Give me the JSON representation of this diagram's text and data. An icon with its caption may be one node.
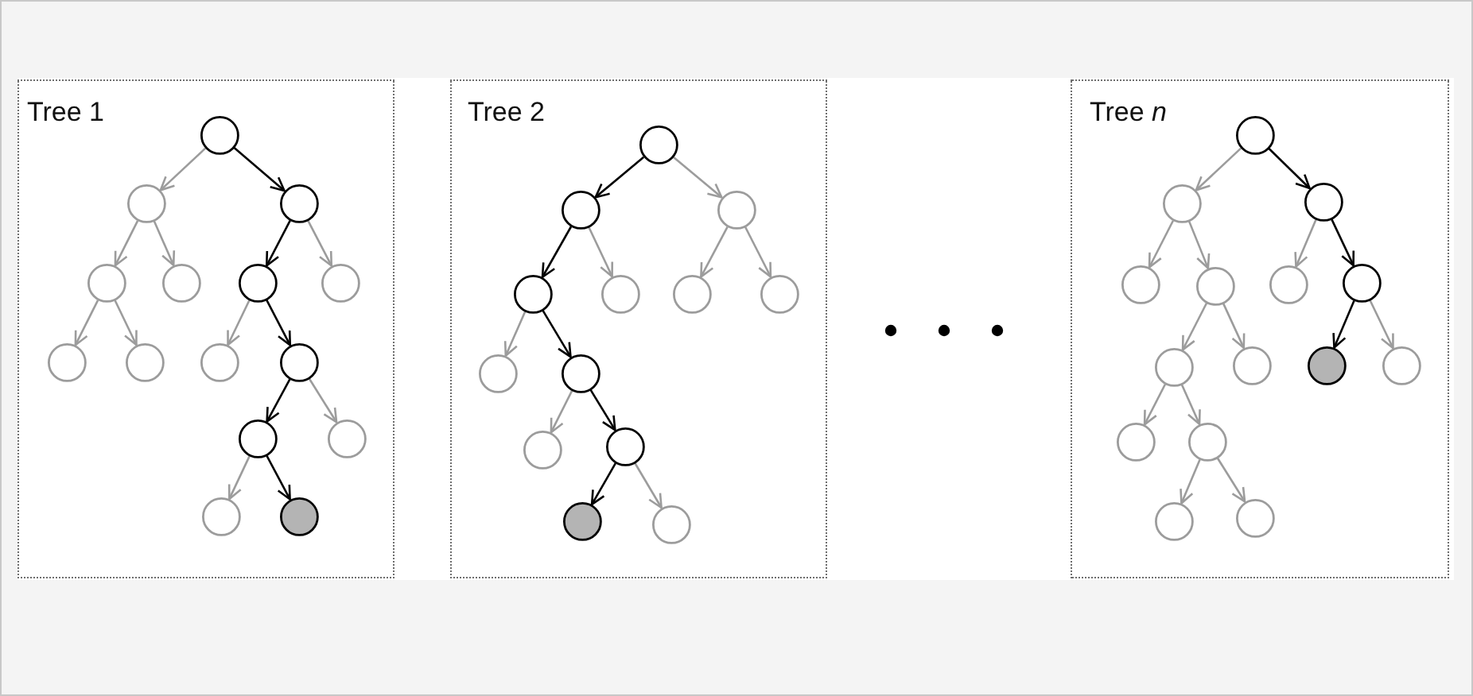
{
  "diagram": {
    "nodes": [
      {
        "text": [
          "Tree 1"
        ]
      },
      {
        "text": [],
        "shape": "circle",
        "in": 0
      },
      {
        "text": [],
        "shape": "circle",
        "in": 0
      },
      {
        "text": [],
        "shape": "circle",
        "in": 0
      },
      {
        "text": [],
        "shape": "circle",
        "in": 0
      },
      {
        "text": [],
        "shape": "circle",
        "in": 0
      },
      {
        "text": [],
        "shape": "circle",
        "in": 0
      },
      {
        "text": [],
        "shape": "circle",
        "in": 0
      },
      {
        "text": [],
        "shape": "circle",
        "in": 0
      },
      {
        "text": [],
        "shape": "circle",
        "in": 0
      },
      {
        "text": [],
        "shape": "circle",
        "in": 0
      },
      {
        "text": [],
        "shape": "circle",
        "in": 0
      },
      {
        "text": [],
        "shape": "circle",
        "in": 0
      },
      {
        "text": [],
        "shape": "circle",
        "in": 0
      },
      {
        "text": [],
        "shape": "circle",
        "in": 0
      },
      {
        "text": [],
        "shape": "circle",
        "in": 0
      },
      {
        "text": [
          "Tree 2"
        ]
      },
      {
        "text": [],
        "shape": "circle",
        "in": 16
      },
      {
        "text": [],
        "shape": "circle",
        "in": 16
      },
      {
        "text": [],
        "shape": "circle",
        "in": 16
      },
      {
        "text": [],
        "shape": "circle",
        "in": 16
      },
      {
        "text": [],
        "shape": "circle",
        "in": 16
      },
      {
        "text": [],
        "shape": "circle",
        "in": 16
      },
      {
        "text": [],
        "shape": "circle",
        "in": 16
      },
      {
        "text": [],
        "shape": "circle",
        "in": 16
      },
      {
        "text": [],
        "shape": "circle",
        "in": 16
      },
      {
        "text": [],
        "shape": "circle",
        "in": 16
      },
      {
        "text": [],
        "shape": "circle",
        "in": 16
      },
      {
        "text": [],
        "shape": "circle",
        "in": 16
      },
      {
        "text": [],
        "shape": "circle",
        "in": 16
      },
      {
        "text": [
          "Tree *n*"
        ]
      },
      {
        "text": [],
        "shape": "circle",
        "in": 30
      },
      {
        "text": [],
        "shape": "circle",
        "in": 30
      },
      {
        "text": [],
        "shape": "circle",
        "in": 30
      },
      {
        "text": [],
        "shape": "circle",
        "in": 30
      },
      {
        "text": [],
        "shape": "circle",
        "in": 30
      },
      {
        "text": [],
        "shape": "circle",
        "in": 30
      },
      {
        "text": [],
        "shape": "circle",
        "in": 30
      },
      {
        "text": [],
        "shape": "circle",
        "in": 30
      },
      {
        "text": [],
        "shape": "circle",
        "in": 30
      },
      {
        "text": [],
        "shape": "circle",
        "in": 30
      },
      {
        "text": [],
        "shape": "circle",
        "in": 30
      },
      {
        "text": [],
        "shape": "circle",
        "in": 30
      },
      {
        "text": [],
        "shape": "circle",
        "in": 30
      },
      {
        "text": [],
        "shape": "circle",
        "in": 30
      },
      {
        "text": [],
        "shape": "circle",
        "in": 30
      }
    ],
    "edges": [
      {
        "from": 1,
        "to": 2,
        "arrow": "to"
      },
      {
        "from": 1,
        "to": 3,
        "arrow": "to",
        "color": "#000000"
      },
      {
        "from": 2,
        "to": 4,
        "arrow": "to"
      },
      {
        "from": 2,
        "to": 5,
        "arrow": "to"
      },
      {
        "from": 3,
        "to": 6,
        "arrow": "to",
        "color": "#000000"
      },
      {
        "from": 3,
        "to": 7,
        "arrow": "to"
      },
      {
        "from": 4,
        "to": 8,
        "arrow": "to"
      },
      {
        "from": 4,
        "to": 9,
        "arrow": "to"
      },
      {
        "from": 6,
        "to": 10,
        "arrow": "to"
      },
      {
        "from": 6,
        "to": 11,
        "arrow": "to",
        "color": "#000000"
      },
      {
        "from": 11,
        "to": 12,
        "arrow": "to",
        "color": "#000000"
      },
      {
        "from": 11,
        "to": 13,
        "arrow": "to"
      },
      {
        "from": 12,
        "to": 14,
        "arrow": "to"
      },
      {
        "from": 12,
        "to": 15,
        "arrow": "to",
        "color": "#000000"
      },
      {
        "from": 17,
        "to": 18,
        "arrow": "to",
        "color": "#000000"
      },
      {
        "from": 17,
        "to": 19,
        "arrow": "to"
      },
      {
        "from": 18,
        "to": 20,
        "arrow": "to",
        "color": "#000000"
      },
      {
        "from": 18,
        "to": 21,
        "arrow": "to"
      },
      {
        "from": 19,
        "to": 22,
        "arrow": "to"
      },
      {
        "from": 19,
        "to": 23,
        "arrow": "to"
      },
      {
        "from": 20,
        "to": 24,
        "arrow": "to"
      },
      {
        "from": 20,
        "to": 25,
        "arrow": "to",
        "color": "#000000"
      },
      {
        "from": 25,
        "to": 26,
        "arrow": "to"
      },
      {
        "from": 25,
        "to": 27,
        "arrow": "to",
        "color": "#000000"
      },
      {
        "from": 27,
        "to": 28,
        "arrow": "to",
        "color": "#000000"
      },
      {
        "from": 27,
        "to": 29,
        "arrow": "to"
      },
      {
        "from": 31,
        "to": 32,
        "arrow": "to"
      },
      {
        "from": 31,
        "to": 33,
        "arrow": "to",
        "color": "#000000"
      },
      {
        "from": 32,
        "to": 34,
        "arrow": "to"
      },
      {
        "from": 32,
        "to": 35,
        "arrow": "to"
      },
      {
        "from": 33,
        "to": 36,
        "arrow": "to"
      },
      {
        "from": 33,
        "to": 37,
        "arrow": "to",
        "color": "#000000"
      },
      {
        "from": 35,
        "to": 38,
        "arrow": "to"
      },
      {
        "from": 35,
        "to": 39,
        "arrow": "to"
      },
      {
        "from": 37,
        "to": 40,
        "arrow": "to",
        "color": "#000000"
      },
      {
        "from": 37,
        "to": 41,
        "arrow": "to"
      },
      {
        "from": 38,
        "to": 42,
        "arrow": "to"
      },
      {
        "from": 38,
        "to": 43,
        "arrow": "to"
      },
      {
        "from": 43,
        "to": 44,
        "arrow": "to"
      },
      {
        "from": 43,
        "to": 45,
        "arrow": "to"
      }
    ]
  }
}
